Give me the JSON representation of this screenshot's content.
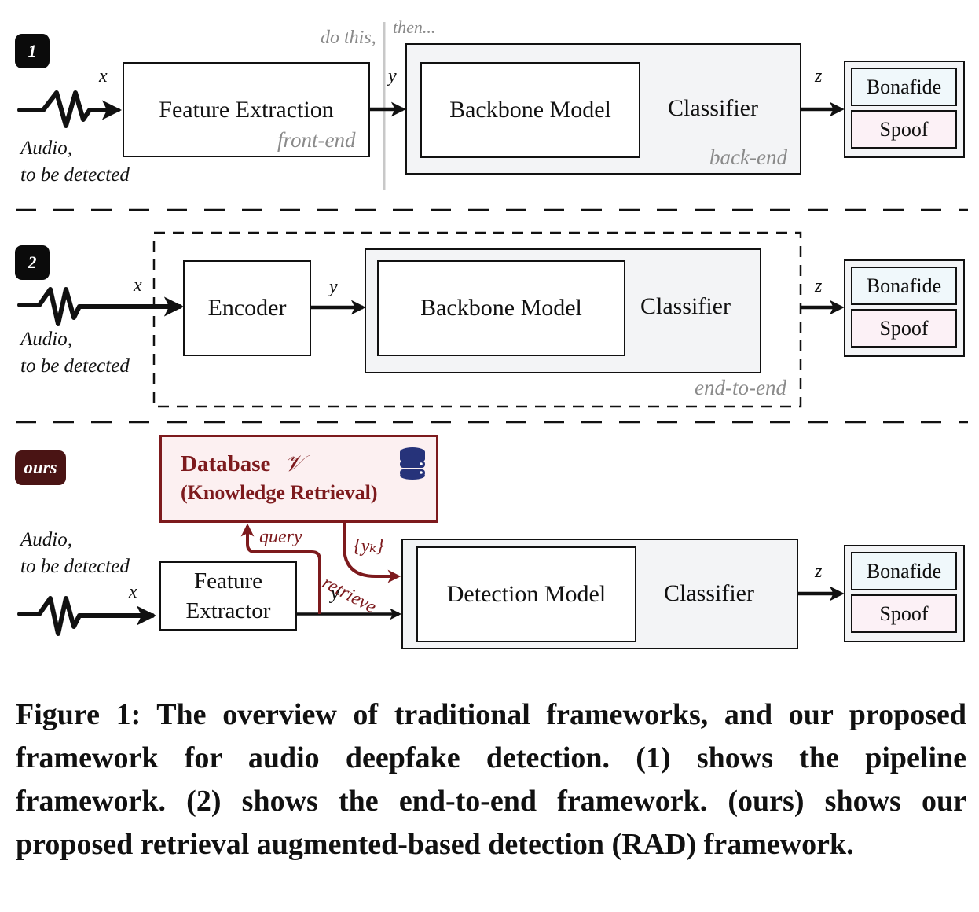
{
  "panel1": {
    "badge": "1",
    "input_var": "x",
    "audio_line1": "Audio,",
    "audio_line2": "to be detected",
    "feature_box": "Feature Extraction",
    "feature_note": "front-end",
    "divider_left": "do this,",
    "divider_right": "then...",
    "mid_var": "y",
    "backbone": "Backbone Model",
    "classifier": "Classifier",
    "backend_note": "back-end",
    "out_var": "z",
    "out_bonafide": "Bonafide",
    "out_spoof": "Spoof"
  },
  "panel2": {
    "badge": "2",
    "input_var": "x",
    "audio_line1": "Audio,",
    "audio_line2": "to be detected",
    "encoder": "Encoder",
    "mid_var": "y",
    "backbone": "Backbone Model",
    "classifier": "Classifier",
    "e2e_note": "end-to-end",
    "out_var": "z",
    "out_bonafide": "Bonafide",
    "out_spoof": "Spoof"
  },
  "panel3": {
    "badge": "ours",
    "database_title": "Database",
    "database_symbol": "𝒱",
    "database_subtitle": "(Knowledge Retrieval)",
    "database_icon": "database-icon",
    "query_label": "query",
    "retrieve_label": "retrieve",
    "yk_label": "{yₖ}",
    "audio_line1": "Audio,",
    "audio_line2": "to be detected",
    "input_var": "x",
    "extractor_line1": "Feature",
    "extractor_line2": "Extractor",
    "mid_var": "y",
    "detection": "Detection Model",
    "classifier": "Classifier",
    "out_var": "z",
    "out_bonafide": "Bonafide",
    "out_spoof": "Spoof"
  },
  "colors": {
    "accent_red": "#7d1a1d",
    "db_fill": "#fcf0f1",
    "db_icon": "#26337a",
    "ours_badge": "#4a1414",
    "gray_fill": "#f3f4f6"
  },
  "caption": "Figure 1: The overview of traditional frameworks, and our proposed framework for audio deepfake detection. (1) shows the pipeline framework. (2) shows the end-to-end framework. (ours) shows our proposed retrieval augmented-based detection (RAD) framework."
}
